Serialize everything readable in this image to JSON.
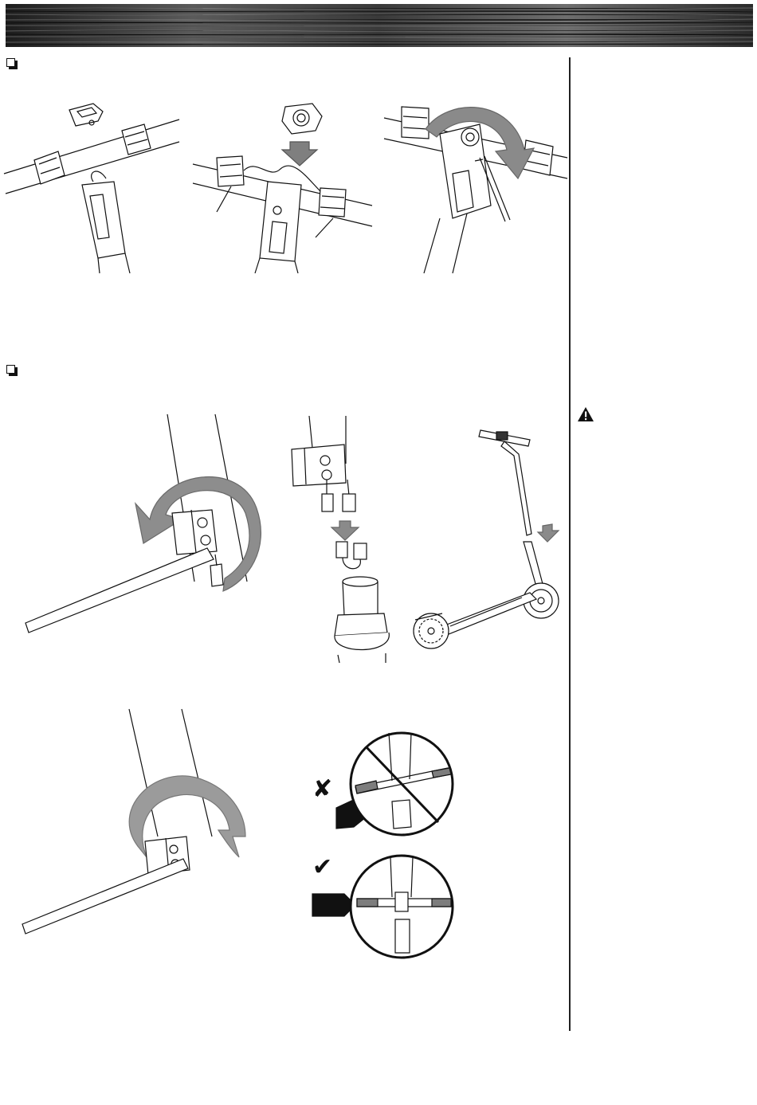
{
  "page": {
    "section_checkboxes": [
      "",
      ""
    ],
    "sidebar": {
      "warning_icon": "warning-triangle-icon"
    }
  },
  "figures": {
    "display_mount": {
      "icons": [
        "display-unit",
        "handlebar",
        "stem-clamp",
        "down-arrow",
        "rotate-arrow",
        "allen-key"
      ]
    },
    "handlebar_install": {
      "icons": [
        "hex-key",
        "rotate-arrow",
        "cable-connectors",
        "down-arrow",
        "scooter"
      ]
    },
    "alignment": {
      "incorrect_mark": "✘",
      "correct_mark": "✔",
      "colors": {
        "arrow_fill": "#1a1a1a",
        "gray_arrow": "#8a8a8a"
      }
    }
  },
  "colors": {
    "ink": "#111111",
    "banner_dark": "#2b2b2b",
    "banner_light": "#b5b5b5"
  }
}
